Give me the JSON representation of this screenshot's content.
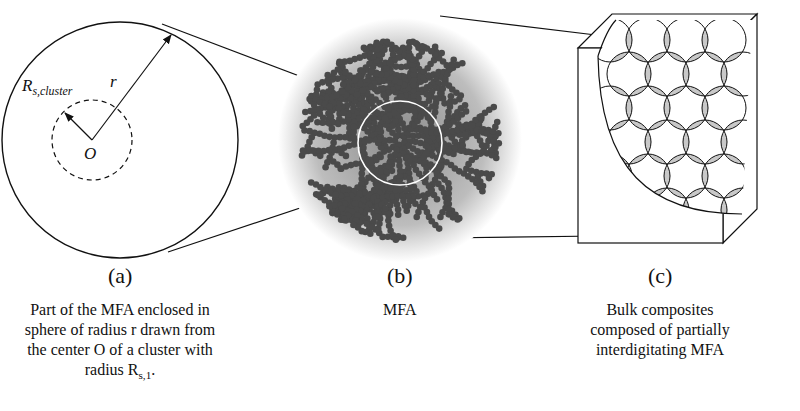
{
  "diagram": {
    "labels": [
      "R",
      "s,cluster",
      "r",
      "O",
      "(a)",
      "(b)",
      "(c)",
      "Part of the MFA enclosed in sphere of radius r drawn from the center O of a cluster with radius",
      "R",
      "s,1",
      ".",
      "MFA",
      "Bulk composites composed of partially interdigitating MFA"
    ]
  }
}
